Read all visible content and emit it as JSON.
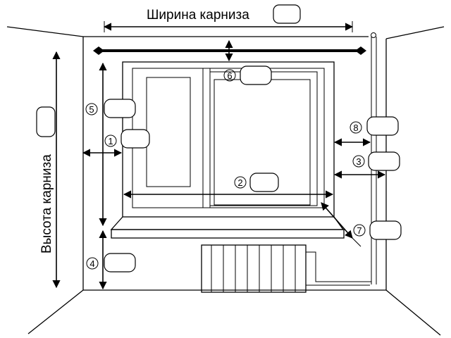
{
  "labels": {
    "width": "Ширина карниза",
    "height": "Высота карниза"
  },
  "markers": [
    "1",
    "2",
    "3",
    "4",
    "5",
    "6",
    "7",
    "8"
  ],
  "colors": {
    "line": "#000000",
    "background": "#ffffff",
    "input_fill": "#ffffff"
  }
}
